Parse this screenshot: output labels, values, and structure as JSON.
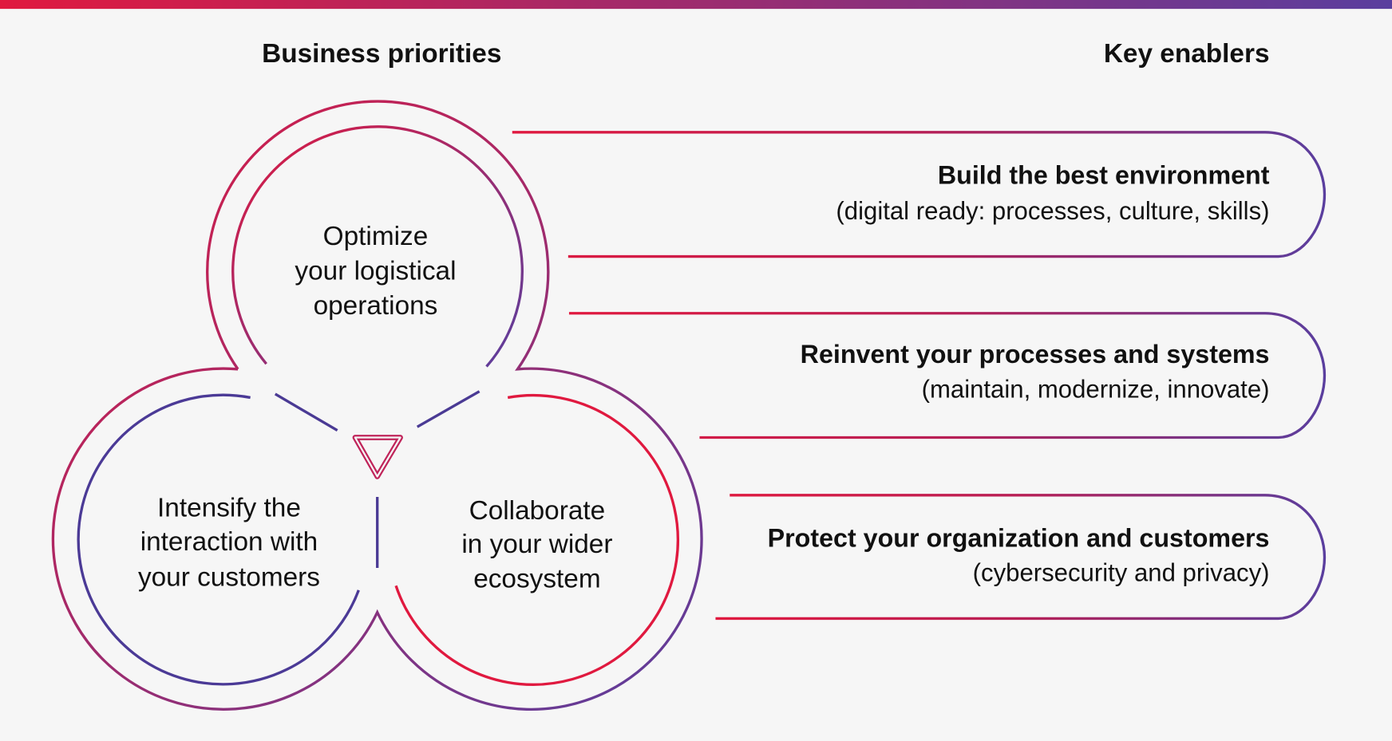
{
  "headers": {
    "left": "Business priorities",
    "right": "Key enablers"
  },
  "priorities": [
    {
      "lines": [
        "Optimize",
        "your logistical",
        "operations"
      ]
    },
    {
      "lines": [
        "Intensify the",
        "interaction with",
        "your customers"
      ]
    },
    {
      "lines": [
        "Collaborate",
        "in your wider",
        "ecosystem"
      ]
    }
  ],
  "enablers": [
    {
      "title": "Build the best environment",
      "subtitle": "(digital ready: processes, culture, skills)"
    },
    {
      "title": "Reinvent your processes and systems",
      "subtitle": "(maintain, modernize, innovate)"
    },
    {
      "title": "Protect your organization and customers",
      "subtitle": "(cybersecurity and privacy)"
    }
  ],
  "colors": {
    "red": "#e0193f",
    "purple": "#5a3e9e",
    "background": "#f6f6f6"
  }
}
